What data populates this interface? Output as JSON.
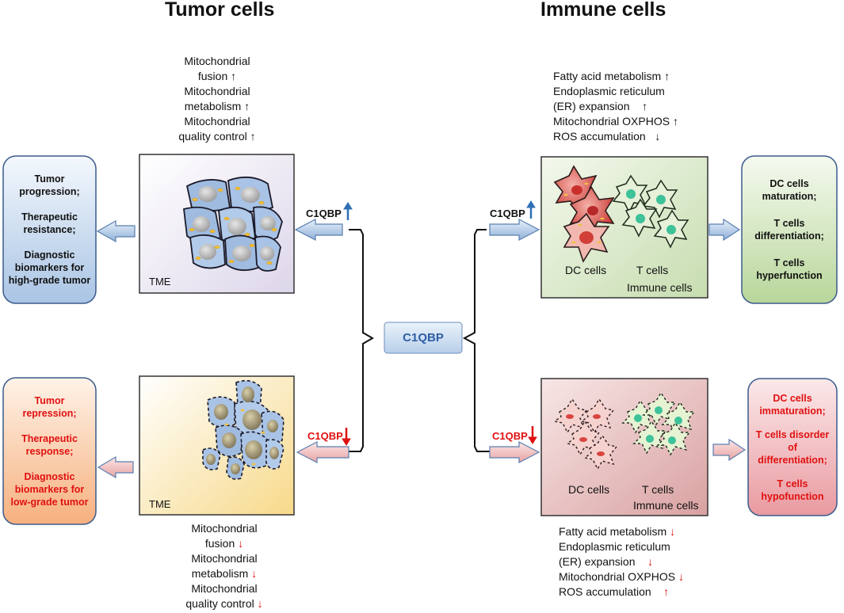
{
  "titles": {
    "tumor": "Tumor cells",
    "immune": "Immune cells"
  },
  "center_label": "C1QBP",
  "c1qbp_up": "C1QBP",
  "c1qbp_down": "C1QBP",
  "tumor_up_mito": [
    {
      "text": "Mitochondrial",
      "arrow": ""
    },
    {
      "text": "fusion",
      "arrow": "↑"
    },
    {
      "text": "Mitochondrial",
      "arrow": ""
    },
    {
      "text": "metabolism",
      "arrow": "↑"
    },
    {
      "text": "Mitochondrial",
      "arrow": ""
    },
    {
      "text": "quality control",
      "arrow": "↑"
    }
  ],
  "tumor_down_mito": [
    {
      "text": "Mitochondrial",
      "arrow": ""
    },
    {
      "text": "fusion",
      "arrow": "↓"
    },
    {
      "text": "Mitochondrial",
      "arrow": ""
    },
    {
      "text": "metabolism",
      "arrow": "↓"
    },
    {
      "text": "Mitochondrial",
      "arrow": ""
    },
    {
      "text": "quality control",
      "arrow": "↓"
    }
  ],
  "immune_up_metab": [
    {
      "text": "Fatty acid metabolism",
      "arrow": "↑"
    },
    {
      "text": "Endoplasmic reticulum",
      "arrow": ""
    },
    {
      "text": "(ER) expansion",
      "arrow": "↑"
    },
    {
      "text": "Mitochondrial OXPHOS",
      "arrow": "↑"
    },
    {
      "text": "ROS accumulation",
      "arrow": "↓"
    }
  ],
  "immune_down_metab": [
    {
      "text": "Fatty acid metabolism",
      "arrow": "↓"
    },
    {
      "text": "Endoplasmic reticulum",
      "arrow": ""
    },
    {
      "text": "(ER) expansion",
      "arrow": "↓"
    },
    {
      "text": "Mitochondrial OXPHOS",
      "arrow": "↓"
    },
    {
      "text": "ROS accumulation",
      "arrow": "↑"
    }
  ],
  "tme_label": "TME",
  "dc_label": "DC cells",
  "t_label": "T cells",
  "immune_label": "Immune cells",
  "outcomes": {
    "tumor_up": [
      "Tumor progression;",
      "Therapeutic resistance;",
      "Diagnostic biomarkers for high-grade tumor"
    ],
    "tumor_down": [
      "Tumor repression;",
      "Therapeutic response;",
      "Diagnostic biomarkers for low-grade tumor"
    ],
    "immune_up": [
      "DC cells maturation;",
      "T cells differentiation;",
      "T cells hyperfunction"
    ],
    "immune_down": [
      "DC cells immaturation;",
      "T cells disorder of differentiation;",
      "T cells hypofunction"
    ]
  },
  "colors": {
    "up_arrow": "#2e6fb5",
    "down_text": "#e01010",
    "tumor_up_panel": "#ece7f2",
    "tumor_down_panel": "#fbecc0",
    "immune_up_panel": "#dbe9c8",
    "immune_down_panel": "#ebc2c2"
  }
}
